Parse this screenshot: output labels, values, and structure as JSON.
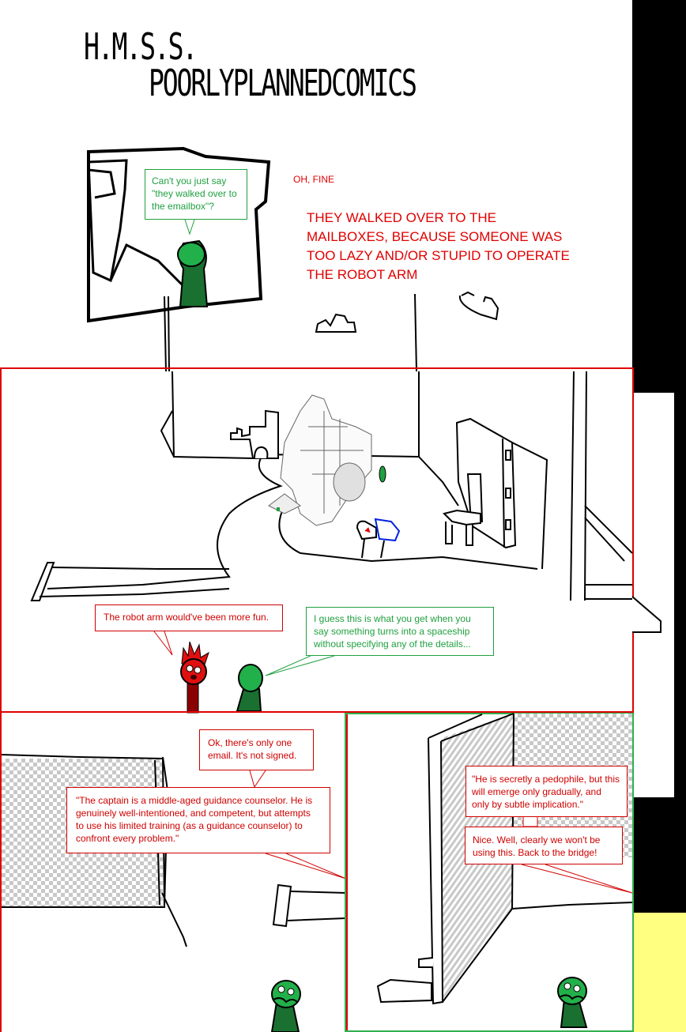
{
  "title": {
    "line1": "H.M.S.S.",
    "line2": "POORLYPLANNEDCOMICS"
  },
  "panel1": {
    "bubble_green": "Can't you just say \"they walked over to the emailbox\"?",
    "narration_small": "OH, FINE",
    "narration_big": "THEY WALKED OVER TO THE MAILBOXES, BECAUSE SOMEONE WAS TOO LAZY AND/OR STUPID TO OPERATE THE ROBOT ARM"
  },
  "panel2": {
    "bubble_red": "The robot arm would've been more fun.",
    "bubble_green": "I guess this is what you get when you say something turns into a spaceship without specifying any of the details..."
  },
  "panel3": {
    "bubble_red_top": "Ok, there's only one email. It's not signed.",
    "bubble_red_main": "\"The captain is a middle-aged guidance counselor. He is genuinely well-intentioned, and competent, but attempts to use his limited training (as a guidance counselor) to confront every problem.\""
  },
  "panel4": {
    "bubble_red_top": "\"He is secretly a pedophile, but this will emerge only gradually, and only by subtle implication.\"",
    "bubble_red_bottom": "Nice. Well, clearly we won't be using this. Back to the bridge!"
  },
  "colors": {
    "speech_red": "#d00000",
    "speech_green": "#20a040",
    "panel_red": "#e00000",
    "panel_green": "#30b050",
    "character_green": "#22b04a",
    "character_dark_green": "#1a7030",
    "character_red": "#e01010",
    "background_yellow": "#ffff80"
  }
}
